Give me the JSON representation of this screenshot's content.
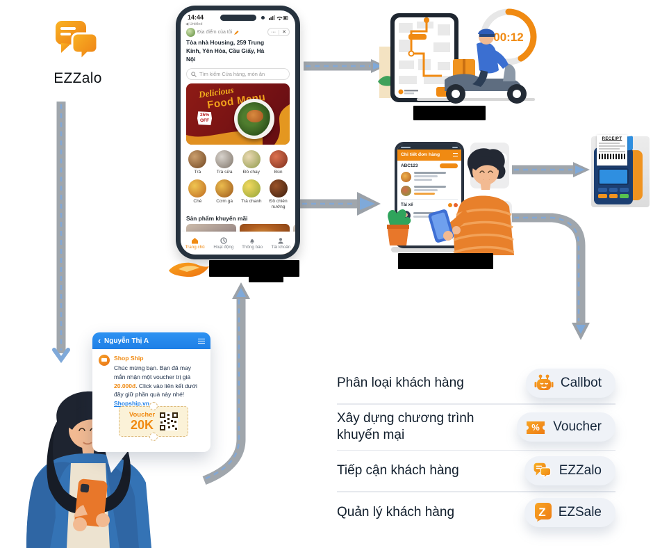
{
  "brand": {
    "name": "EZZalo"
  },
  "colors": {
    "orange": "#F5911E",
    "orange_dark": "#EE7C14",
    "blue": "#1F7FE6",
    "navy": "#17293A",
    "connector_gray": "#9BA1A8",
    "connector_dash_blue": "#7FA9D9",
    "banner_red": "#701014",
    "voucher_cream": "#FBF2D8"
  },
  "phone_app": {
    "status_time": "14:44",
    "back_app_label": "◀ Untitled",
    "location_label": "Địa điểm của tôi",
    "more_icon_label": "···",
    "close_icon_label": "✕",
    "address": "Tòa nhà Housing, 259 Trung Kính, Yên Hòa, Cầu Giấy, Hà Nội",
    "search_placeholder": "Tìm kiếm Cửa hàng, món ăn",
    "banner": {
      "script": "Delicious",
      "title": "Food Menu",
      "badge_percent": "25%",
      "badge_off": "OFF"
    },
    "categories": [
      "Trà",
      "Trà sữa",
      "Đồ chay",
      "Bún",
      "Chè",
      "Cơm gà",
      "Trà chanh",
      "Đồ chiên nướng"
    ],
    "promo_heading": "Sản phẩm khuyến mãi",
    "tabs": [
      {
        "label": "Trang chủ",
        "active": true
      },
      {
        "label": "Hoạt động",
        "active": false
      },
      {
        "label": "Thông báo",
        "active": false
      },
      {
        "label": "Tài khoản",
        "active": false
      }
    ]
  },
  "delivery": {
    "timer": "00:12"
  },
  "order_app": {
    "header": "Chi tiết đơn hàng",
    "order_id": "ABC123",
    "driver_label": "Tài xế"
  },
  "pos": {
    "receipt_label": "RECEIPT"
  },
  "chat": {
    "back_icon": "‹",
    "contact": "Nguyễn Thị A",
    "sender": "Shop Ship",
    "message_start": "Chúc mừng bạn. Bạn đã may mắn nhận một voucher trị giá ",
    "amount": "20.000đ",
    "message_end": ". Click vào liên kết dưới đây giữ phần quà này nhé!",
    "link": "Shopship.vn",
    "voucher_label": "Voucher",
    "voucher_value": "20K"
  },
  "features": [
    {
      "label": "Phân loại khách hàng",
      "tool": "Callbot"
    },
    {
      "label": "Xây dựng chương trình khuyến mại",
      "tool": "Voucher"
    },
    {
      "label": "Tiếp cận khách hàng",
      "tool": "EZZalo"
    },
    {
      "label": "Quản lý khách hàng",
      "tool": "EZSale"
    }
  ]
}
